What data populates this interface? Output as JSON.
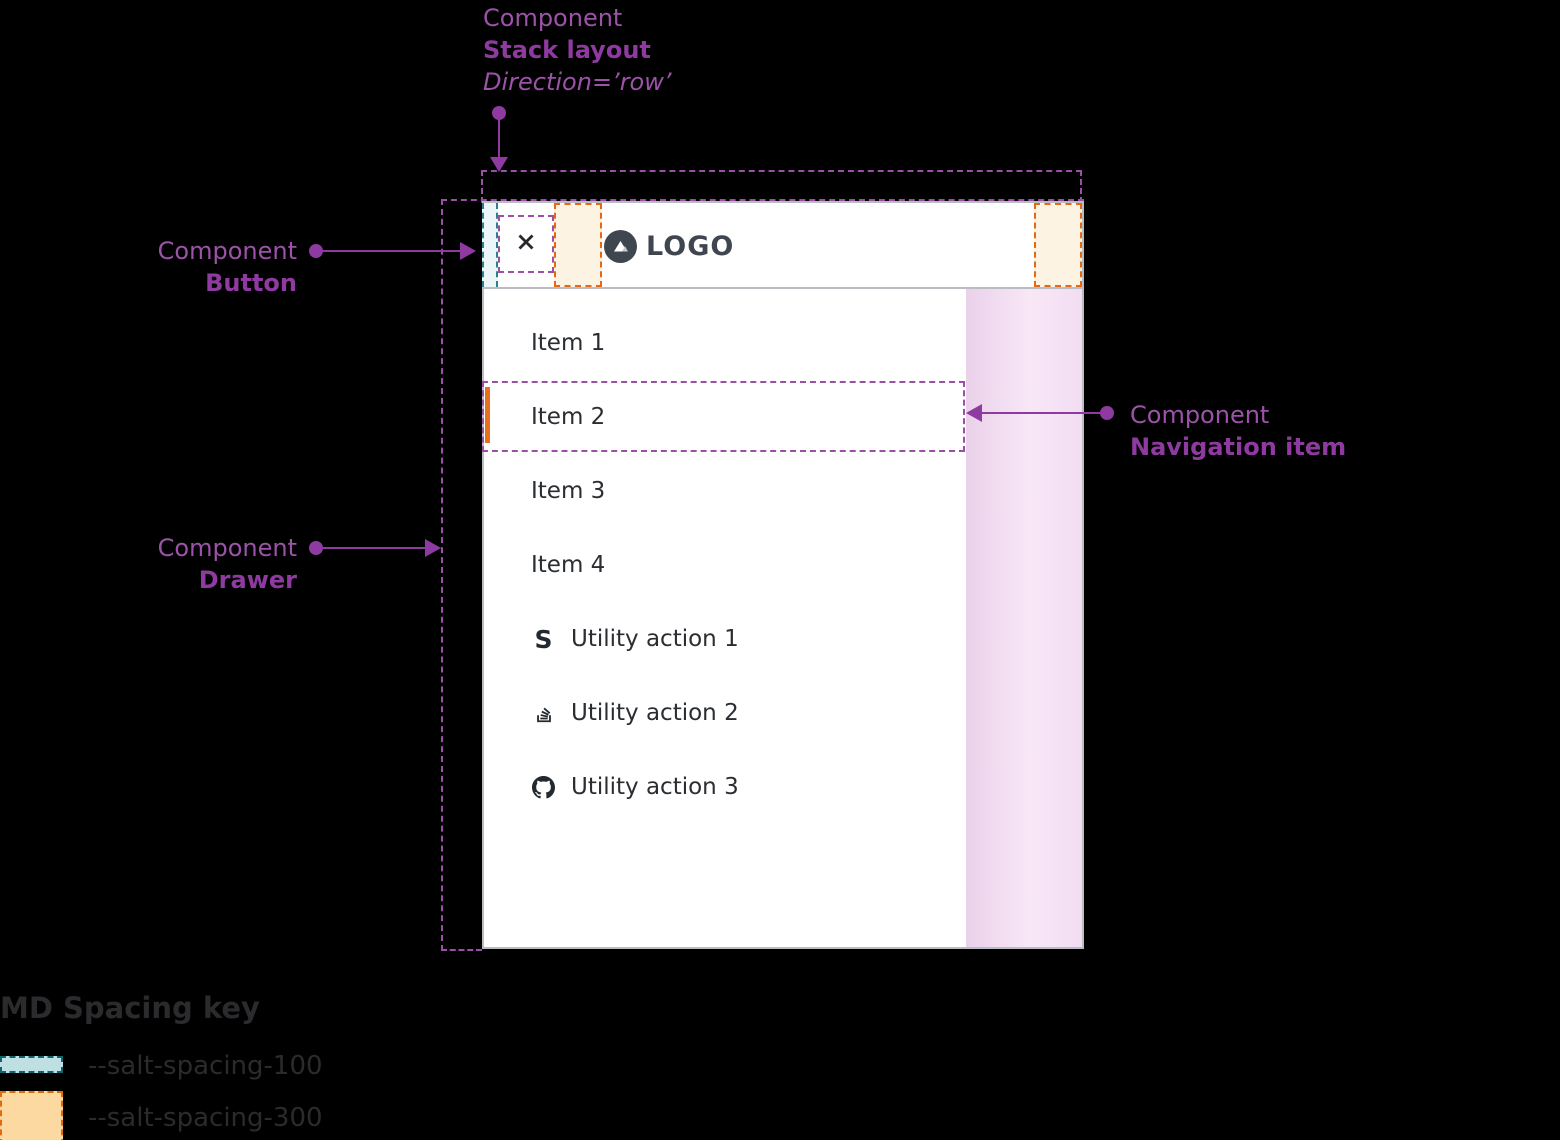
{
  "annotations": {
    "stack_layout": {
      "line1": "Component",
      "line2": "Stack layout",
      "line3": "Direction=’row’"
    },
    "button": {
      "line1": "Component",
      "line2": "Button"
    },
    "drawer": {
      "line1": "Component",
      "line2": "Drawer"
    },
    "navigation_item": {
      "line1": "Component",
      "line2": "Navigation item"
    }
  },
  "drawer": {
    "logo_text": "LOGO",
    "items": [
      {
        "label": "Item 1",
        "selected": false
      },
      {
        "label": "Item 2",
        "selected": true
      },
      {
        "label": "Item 3",
        "selected": false
      },
      {
        "label": "Item 4",
        "selected": false
      }
    ],
    "utilities": [
      {
        "icon": "symphony-icon",
        "icon_glyph": "S",
        "label": "Utility action 1"
      },
      {
        "icon": "stackoverflow-icon",
        "label": "Utility action 2"
      },
      {
        "icon": "github-icon",
        "label": "Utility action 3"
      }
    ]
  },
  "legend": {
    "title": "MD Spacing key",
    "entries": [
      {
        "token": "--salt-spacing-100",
        "swatch_fill": "#bfe0e3",
        "swatch_border": "#15626f"
      },
      {
        "token": "--salt-spacing-300",
        "swatch_fill": "#fbd9a1",
        "swatch_border": "#df6c0e"
      }
    ]
  },
  "colors": {
    "purple": "#9c52a8",
    "purple_strong": "#8f3aa0",
    "dash_purple": "#9b4fa6",
    "orange": "#e7680e",
    "orange_fill": "#fdf3e2",
    "orange_bar": "#e7701d",
    "teal": "#2e7d8e",
    "teal_fill": "#ecf5f7",
    "legend_teal_fill": "#bfe0e3",
    "legend_teal_border": "#15626f",
    "legend_orange_fill": "#fbd9a1",
    "legend_orange_border": "#df6c0e",
    "pink_start": "#ead1ea",
    "pink_mid": "#f8e7f7",
    "pink_end": "#f2ddf2",
    "text_dark": "#2a2d31",
    "logo_dark": "#3f4650",
    "panel_border": "#b9bdc1"
  }
}
